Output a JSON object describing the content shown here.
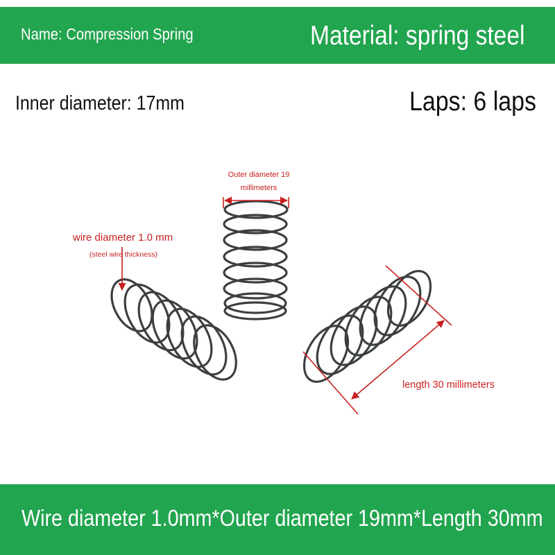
{
  "header": {
    "name": "Name: Compression Spring",
    "material": "Material: spring steel"
  },
  "specs": {
    "inner_diameter": "Inner diameter: 17mm",
    "laps": "Laps: 6 laps"
  },
  "annotations": {
    "outer_diameter_line1": "Outer diameter 19",
    "outer_diameter_line2": "millimeters",
    "wire_diameter": "wire diameter 1.0 mm",
    "wire_note": "(steel wire thickness)",
    "length": "length 30 millimeters"
  },
  "footer": {
    "summary": "Wire diameter 1.0mm*Outer diameter 19mm*Length 30mm"
  },
  "colors": {
    "band_green": "#22a54f",
    "annotation_red": "#c8201f",
    "spring_steel": "#3c3f40"
  }
}
